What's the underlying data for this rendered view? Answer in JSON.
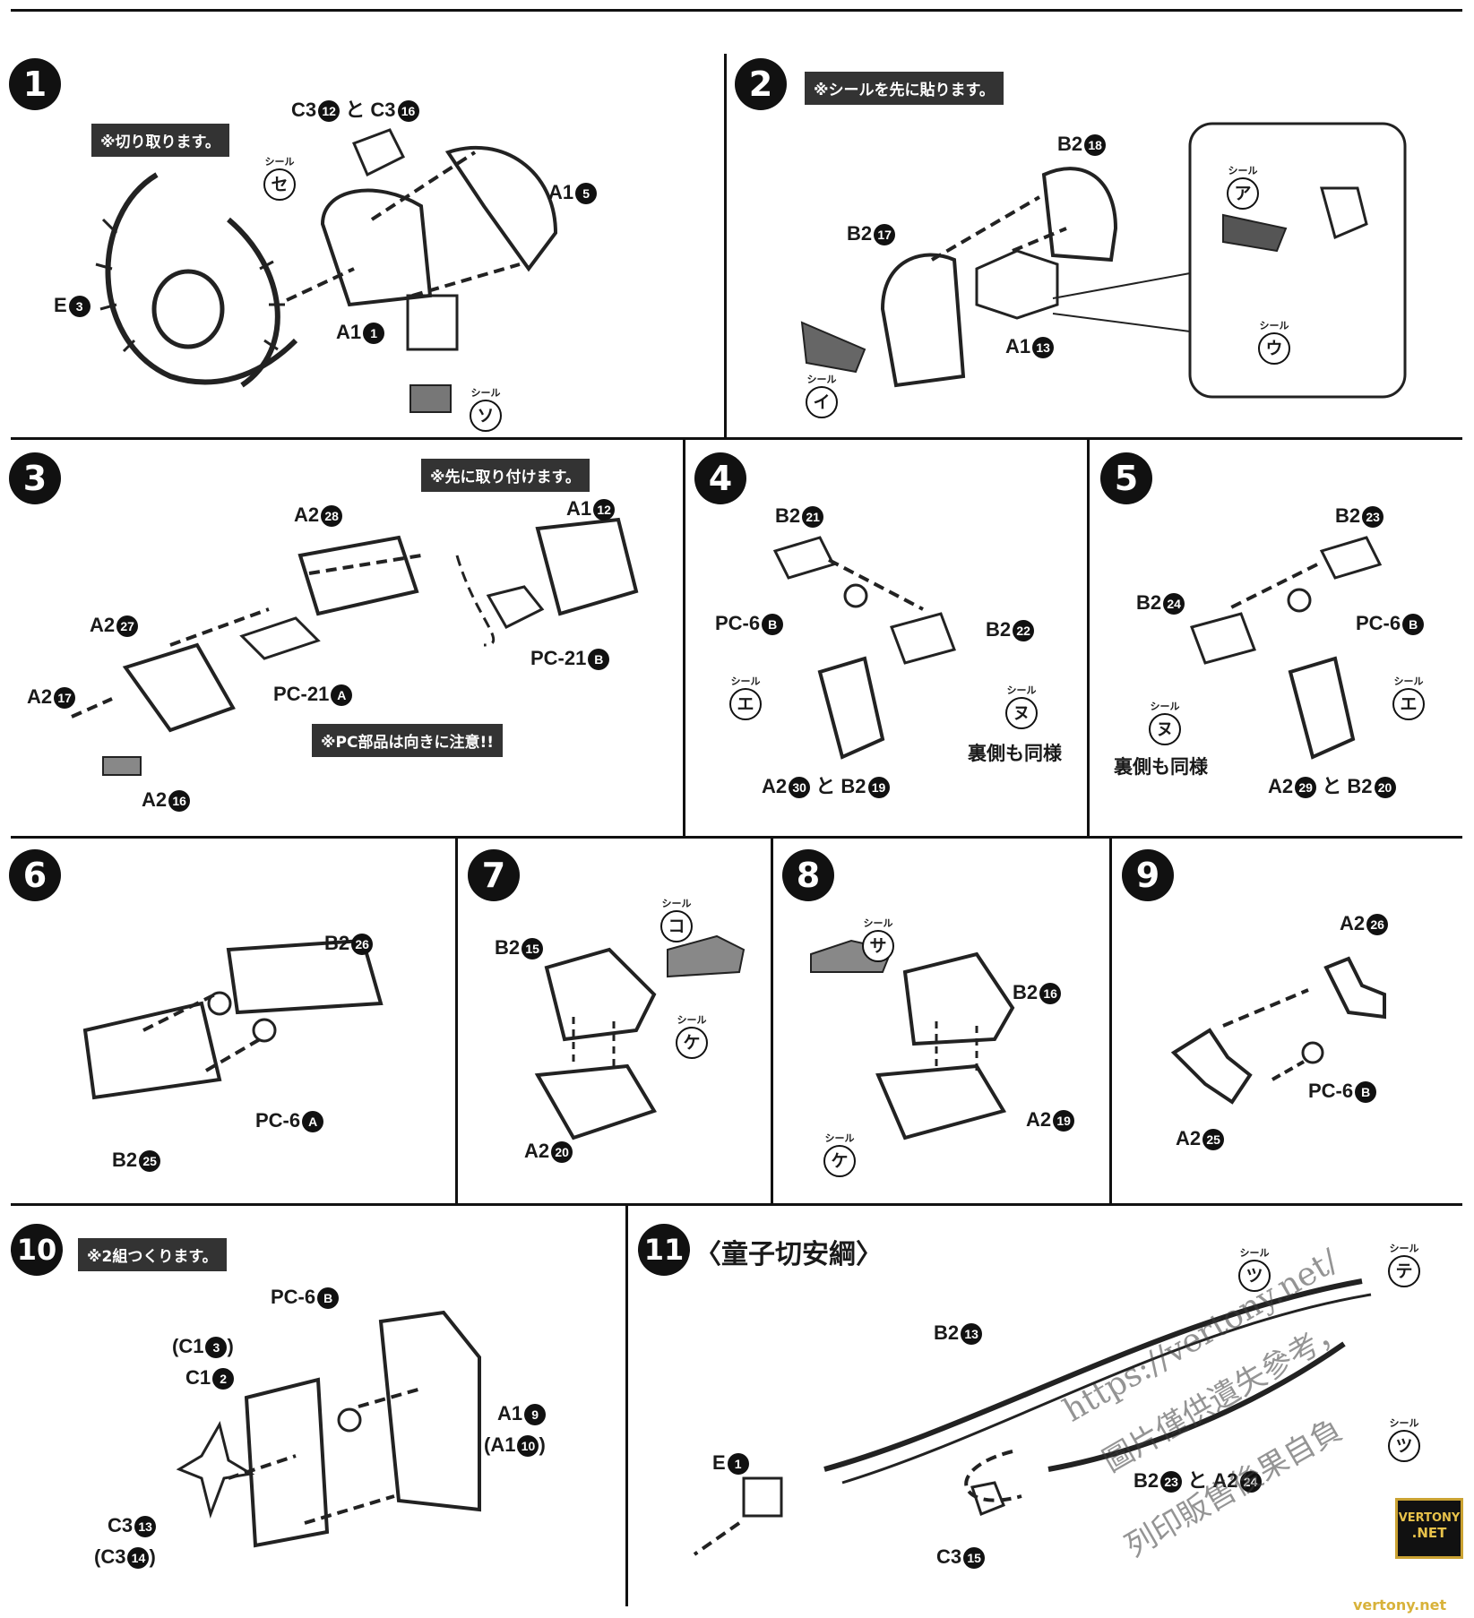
{
  "steps": {
    "s1": {
      "num": "1",
      "note": "※切り取ります。",
      "parts": {
        "c3": "C3",
        "c3a": "12",
        "to": "と",
        "c3b_pre": "C3",
        "c3b": "16",
        "a1_5": "A1",
        "a1_5n": "5",
        "e3": "E",
        "e3n": "3",
        "a1_1": "A1",
        "a1_1n": "1"
      },
      "seals": [
        {
          "label": "シール",
          "kana": "セ"
        },
        {
          "label": "シール",
          "kana": "ソ"
        }
      ]
    },
    "s2": {
      "num": "2",
      "note": "※シールを先に貼ります。",
      "parts": {
        "b2_18": "B2",
        "n18": "18",
        "b2_17": "B2",
        "n17": "17",
        "a1_13": "A1",
        "n13": "13"
      },
      "seals": [
        {
          "label": "シール",
          "kana": "ア"
        },
        {
          "label": "シール",
          "kana": "イ"
        },
        {
          "label": "シール",
          "kana": "ウ"
        }
      ]
    },
    "s3": {
      "num": "3",
      "note": "※先に取り付けます。",
      "note2": "※PC部品は向きに注意!!",
      "parts": {
        "a2_28": "A2",
        "n28": "28",
        "a1_12": "A1",
        "n12": "12",
        "a2_27": "A2",
        "n27": "27",
        "pc21b": "PC-21",
        "pc21bn": "B",
        "pc21a": "PC-21",
        "pc21an": "A",
        "a2_17": "A2",
        "n17": "17",
        "a2_16": "A2",
        "n16": "16"
      }
    },
    "s4": {
      "num": "4",
      "parts": {
        "b2_21": "B2",
        "n21": "21",
        "pc6b": "PC-6",
        "pc6bn": "B",
        "b2_22": "B2",
        "n22": "22",
        "a2_30": "A2",
        "n30": "30",
        "to": "と",
        "b2_19": "B2",
        "n19": "19"
      },
      "back": "裏側も同様",
      "seals": [
        {
          "label": "シール",
          "kana": "エ"
        },
        {
          "label": "シール",
          "kana": "ヌ"
        }
      ]
    },
    "s5": {
      "num": "5",
      "parts": {
        "b2_23": "B2",
        "n23": "23",
        "b2_24": "B2",
        "n24": "24",
        "pc6b": "PC-6",
        "pc6bn": "B",
        "a2_29": "A2",
        "n29": "29",
        "to": "と",
        "b2_20": "B2",
        "n20": "20"
      },
      "back": "裏側も同様",
      "seals": [
        {
          "label": "シール",
          "kana": "ヌ"
        },
        {
          "label": "シール",
          "kana": "エ"
        }
      ]
    },
    "s6": {
      "num": "6",
      "parts": {
        "b2_26": "B2",
        "n26": "26",
        "pc6a": "PC-6",
        "pc6an": "A",
        "b2_25": "B2",
        "n25": "25"
      }
    },
    "s7": {
      "num": "7",
      "parts": {
        "b2_15": "B2",
        "n15": "15",
        "a2_20": "A2",
        "n20": "20"
      },
      "seals": [
        {
          "label": "シール",
          "kana": "コ"
        },
        {
          "label": "シール",
          "kana": "ケ"
        }
      ]
    },
    "s8": {
      "num": "8",
      "parts": {
        "b2_16": "B2",
        "n16": "16",
        "a2_19": "A2",
        "n19": "19"
      },
      "seals": [
        {
          "label": "シール",
          "kana": "サ"
        },
        {
          "label": "シール",
          "kana": "ケ"
        }
      ]
    },
    "s9": {
      "num": "9",
      "parts": {
        "a2_26": "A2",
        "n26": "26",
        "pc6b": "PC-6",
        "pc6bn": "B",
        "a2_25": "A2",
        "n25": "25"
      }
    },
    "s10": {
      "num": "10",
      "note": "※2組つくります。",
      "parts": {
        "pc6b": "PC-6",
        "pc6bn": "B",
        "c1_3": "(C1",
        "n3": "3",
        "c1_3close": ")",
        "c1_2": "C1",
        "n2": "2",
        "a1_9": "A1",
        "n9": "9",
        "a1_10": "(A1",
        "n10": "10",
        "a1_10close": ")",
        "c3_13": "C3",
        "n13": "13",
        "c3_14": "(C3",
        "n14": "14",
        "c3_14close": ")"
      }
    },
    "s11": {
      "num": "11",
      "title": "〈童子切安綱〉",
      "parts": {
        "b2_13": "B2",
        "n13": "13",
        "e1": "E",
        "n1": "1",
        "b2_23": "B2",
        "n23": "23",
        "to": "と",
        "a2_24": "A2",
        "n24": "24",
        "c3_15": "C3",
        "n15": "15"
      },
      "seals": [
        {
          "label": "シール",
          "kana": "ツ"
        },
        {
          "label": "シール",
          "kana": "テ"
        },
        {
          "label": "シール",
          "kana": "ツ"
        }
      ]
    }
  },
  "watermark": {
    "url": "https://vertony.net/",
    "line2": "圖片僅供遺失參考，",
    "line3": "列印販售後果自負",
    "badge_top": "VERTONY",
    "badge_bottom": ".NET",
    "footer": "vertony.net"
  }
}
